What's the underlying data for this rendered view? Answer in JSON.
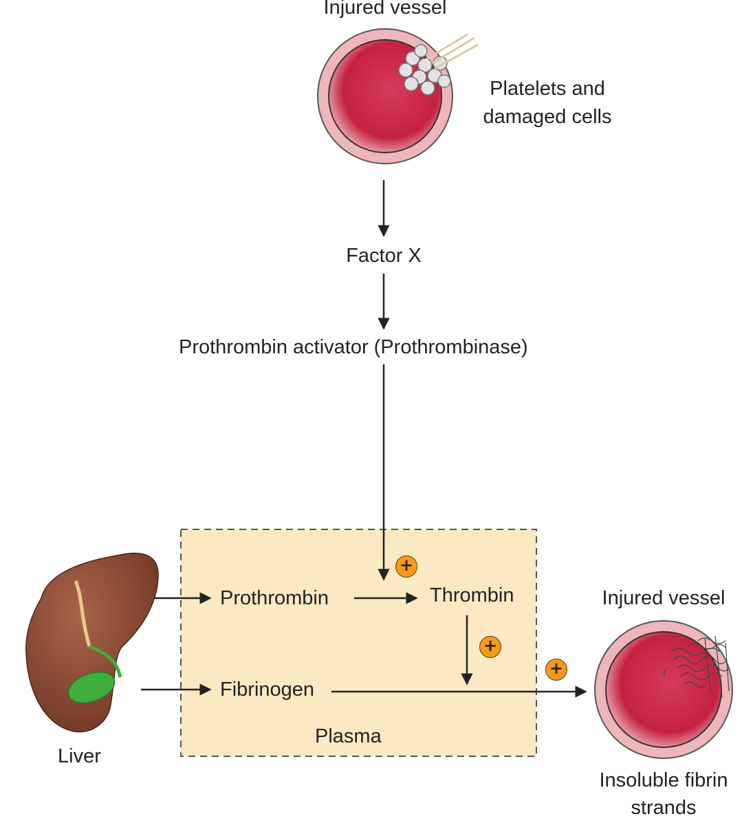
{
  "labels": {
    "top_vessel": "Injured vessel",
    "platelets_line1": "Platelets and",
    "platelets_line2": "damaged cells",
    "factor_x": "Factor X",
    "activator": "Prothrombin activator (Prothrombinase)",
    "prothrombin": "Prothrombin",
    "thrombin": "Thrombin",
    "fibrinogen": "Fibrinogen",
    "plasma": "Plasma",
    "liver": "Liver",
    "right_vessel": "Injured vessel",
    "fibrin_line1": "Insoluble fibrin",
    "fibrin_line2": "strands",
    "plus_symbol": "+"
  },
  "colors": {
    "plasma_fill": "#fbe9c4",
    "vessel_outer": "#eeb5ba",
    "vessel_lumen": "#c8284a",
    "liver": "#8a4a35",
    "gallbladder": "#3fae3a",
    "activator_badge": "#f39a1c",
    "arrow": "#222222"
  }
}
